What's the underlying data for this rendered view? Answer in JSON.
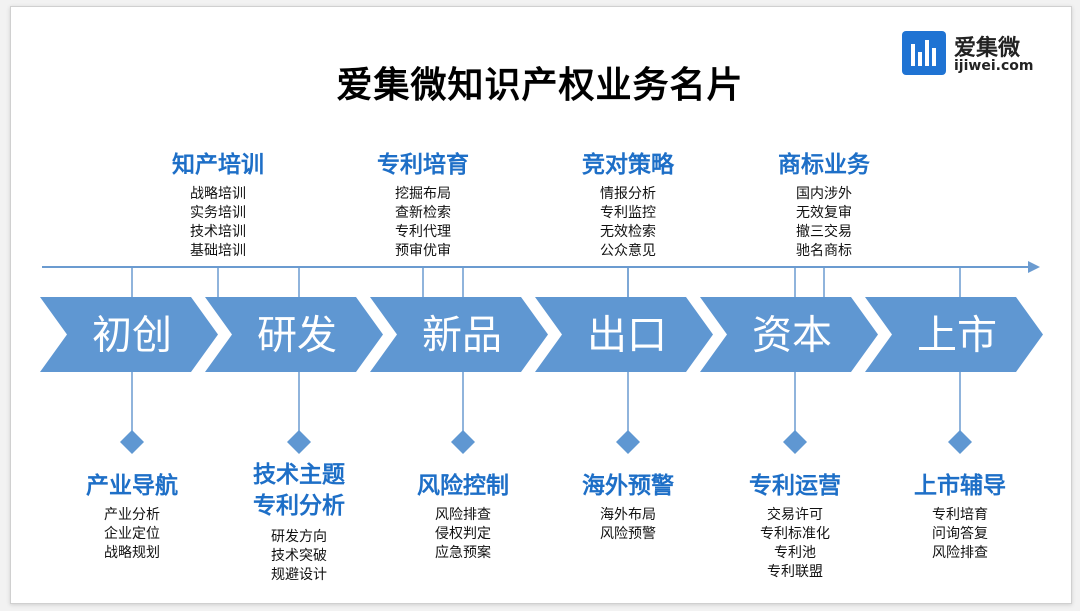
{
  "title": "爱集微知识产权业务名片",
  "logo": {
    "name": "爱集微",
    "url": "ijiwei.com",
    "color": "#1f73d3"
  },
  "colors": {
    "chevron": "#5f97d2",
    "heading": "#1e6fc7",
    "timeline": "#6b9bd0"
  },
  "stages": [
    {
      "label": "初创"
    },
    {
      "label": "研发"
    },
    {
      "label": "新品"
    },
    {
      "label": "出口"
    },
    {
      "label": "资本"
    },
    {
      "label": "上市"
    }
  ],
  "top_services": [
    {
      "heading": "知产培训",
      "items": [
        "战略培训",
        "实务培训",
        "技术培训",
        "基础培训"
      ]
    },
    {
      "heading": "专利培育",
      "items": [
        "挖掘布局",
        "查新检索",
        "专利代理",
        "预审优审"
      ]
    },
    {
      "heading": "竞对策略",
      "items": [
        "情报分析",
        "专利监控",
        "无效检索",
        "公众意见"
      ]
    },
    {
      "heading": "商标业务",
      "items": [
        "国内涉外",
        "无效复审",
        "撤三交易",
        "驰名商标"
      ]
    }
  ],
  "bottom_services": [
    {
      "heading": [
        "产业导航"
      ],
      "items": [
        "产业分析",
        "企业定位",
        "战略规划"
      ]
    },
    {
      "heading": [
        "技术主题",
        "专利分析"
      ],
      "items": [
        "研发方向",
        "技术突破",
        "规避设计"
      ]
    },
    {
      "heading": [
        "风险控制"
      ],
      "items": [
        "风险排查",
        "侵权判定",
        "应急预案"
      ]
    },
    {
      "heading": [
        "海外预警"
      ],
      "items": [
        "海外布局",
        "风险预警"
      ]
    },
    {
      "heading": [
        "专利运营"
      ],
      "items": [
        "交易许可",
        "专利标准化",
        "专利池",
        "专利联盟"
      ]
    },
    {
      "heading": [
        "上市辅导"
      ],
      "items": [
        "专利培育",
        "问询答复",
        "风险排查"
      ]
    }
  ]
}
